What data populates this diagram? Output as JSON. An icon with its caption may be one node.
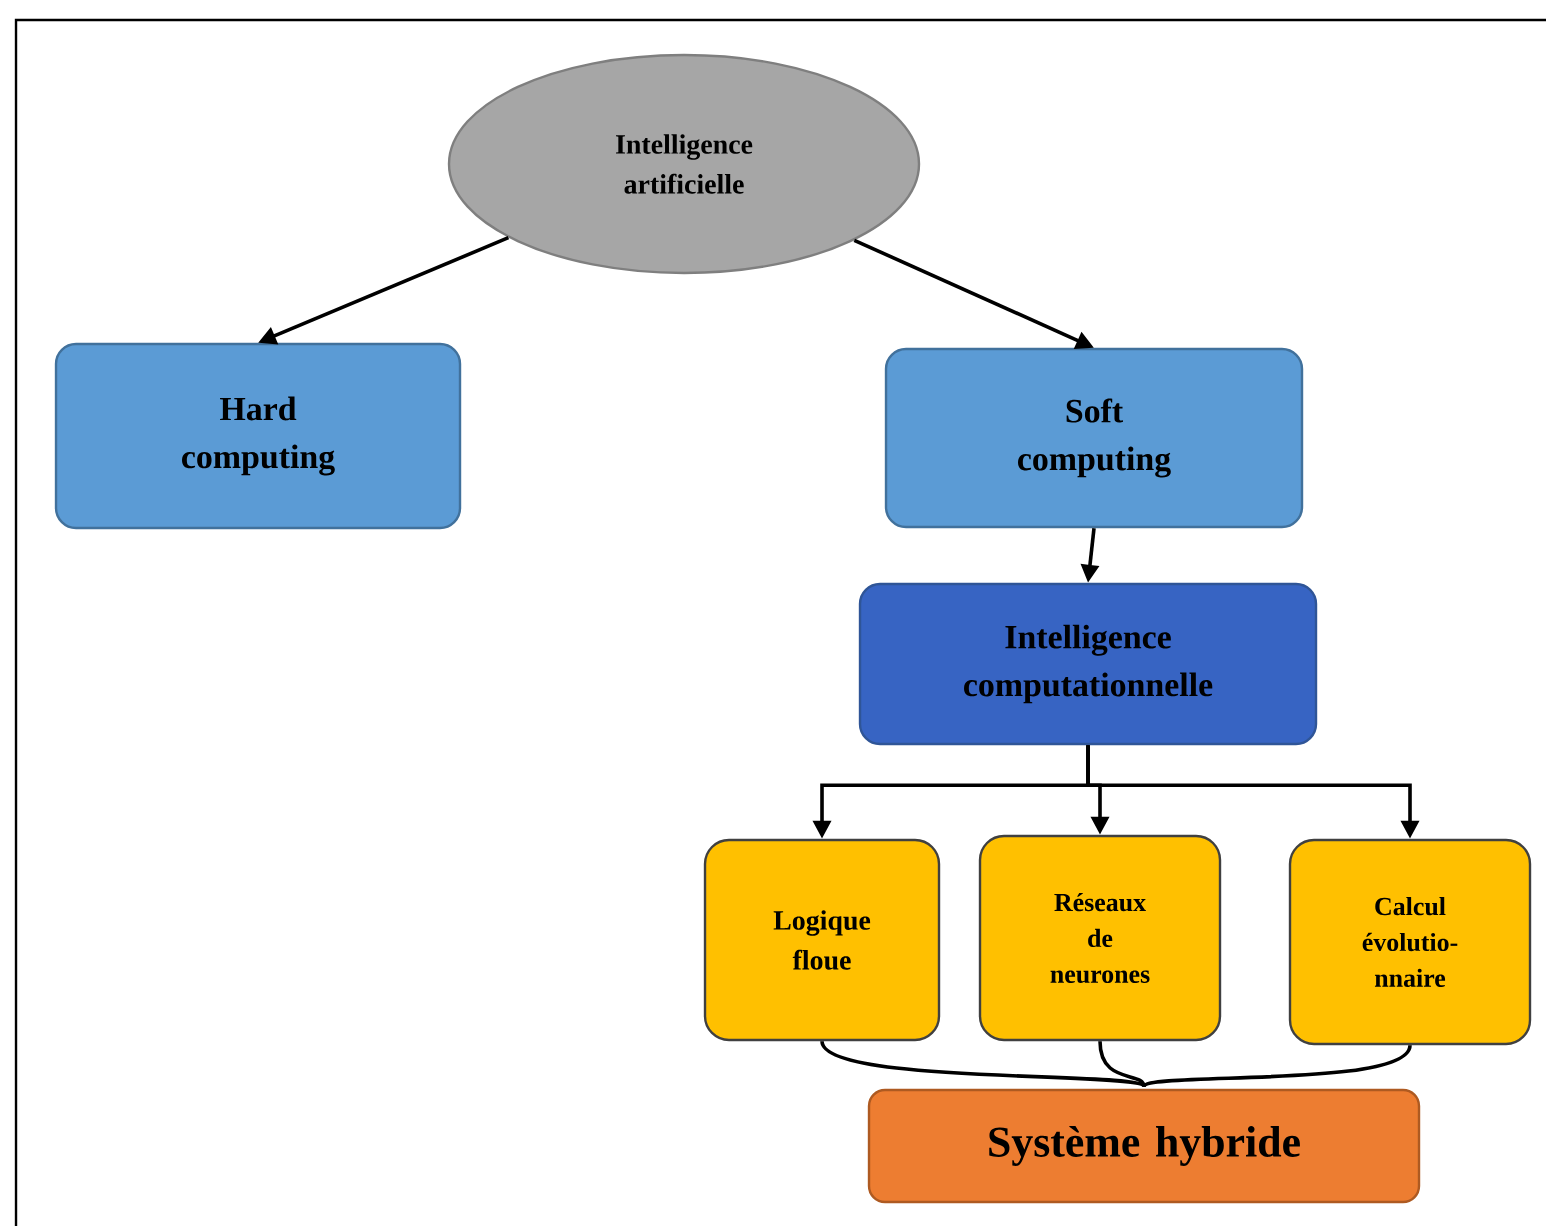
{
  "diagram": {
    "nodes": [
      {
        "text": [
          "Intelligence artificielle"
        ]
      },
      {
        "text": [
          "Hard computing"
        ]
      },
      {
        "text": [
          "Soft computing"
        ]
      },
      {
        "text": [
          "Intelligence computationnelle"
        ]
      },
      {
        "text": [
          "Logique floue"
        ]
      },
      {
        "text": [
          "Réseaux de neurones"
        ]
      },
      {
        "text": [
          "Calcul évolutio- nnaire"
        ]
      },
      {
        "text": [
          "Système hybride"
        ]
      }
    ],
    "edges": [
      {
        "from": 0,
        "to": 1,
        "arrow": "to"
      },
      {
        "from": 0,
        "to": 2,
        "arrow": "to"
      },
      {
        "from": 2,
        "to": 3,
        "arrow": "to"
      },
      {
        "from": 3,
        "to": 4,
        "arrow": "to"
      },
      {
        "from": 3,
        "to": 5,
        "arrow": "to"
      },
      {
        "from": 3,
        "to": 6,
        "arrow": "to"
      },
      {
        "from": 4,
        "to": 7,
        "arrow": "none"
      },
      {
        "from": 5,
        "to": 7,
        "arrow": "none"
      },
      {
        "from": 6,
        "to": 7,
        "arrow": "none"
      }
    ]
  }
}
